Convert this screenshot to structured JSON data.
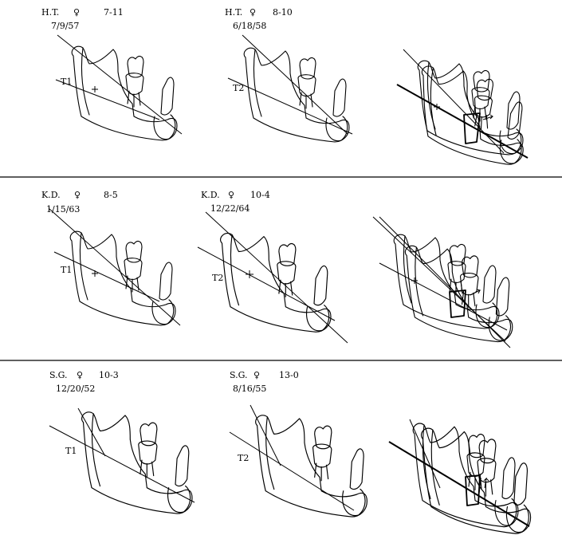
{
  "rows": [
    {
      "cases": [
        {
          "name": "H.T.",
          "age": "7-11",
          "date": "7/9/57",
          "time_label": "T1"
        },
        {
          "name": "H.T.",
          "age": "8-10",
          "date": "6/18/58",
          "time_label": "T2"
        }
      ]
    },
    {
      "cases": [
        {
          "name": "K.D.",
          "age": "8-5",
          "date": "1/15/63",
          "time_label": "T1"
        },
        {
          "name": "K.D.",
          "age": "10-4",
          "date": "12/22/64",
          "time_label": "T2"
        }
      ]
    },
    {
      "cases": [
        {
          "name": "S.G.",
          "age": "10-3",
          "date": "12/20/52",
          "time_label": "T1"
        },
        {
          "name": "S.G.",
          "age": "13-0",
          "date": "8/16/55",
          "time_label": "T2"
        }
      ]
    }
  ],
  "female_symbol": "♀"
}
